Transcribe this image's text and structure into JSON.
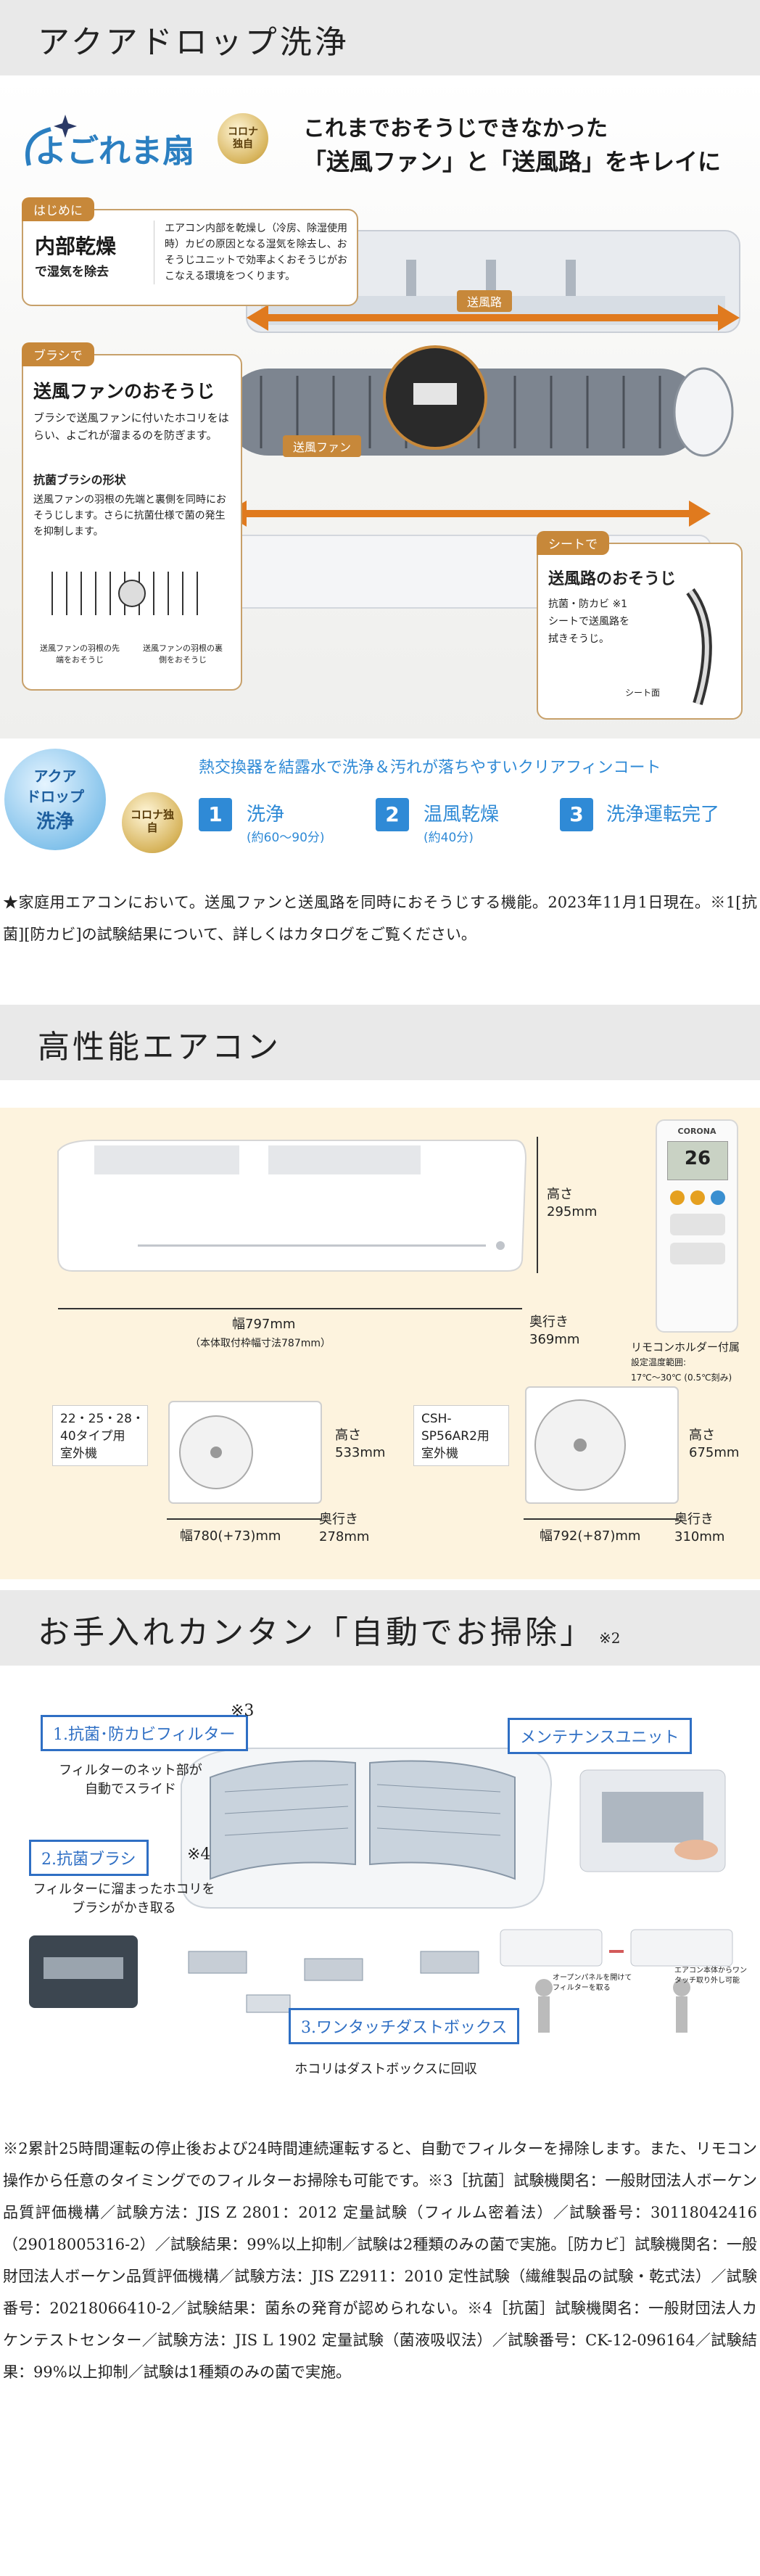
{
  "section1": {
    "heading": "アクアドロップ洗浄",
    "logo": "よごれま扇",
    "badge": "コロナ独自",
    "headline_line1": "これまでおそうじできなかった",
    "headline_line2": "「送風ファン」と「送風路」をキレイに",
    "card1": {
      "tag": "はじめに",
      "title": "内部乾燥",
      "subtitle": "で湿気を除去",
      "body": "エアコン内部を乾燥し（冷房、除湿使用時）カビの原因となる湿気を除去し、おそうじユニットで効率よくおそうじがおこなえる環境をつくります。"
    },
    "card2": {
      "tag": "ブラシで",
      "title": "送風ファンのおそうじ",
      "body": "ブラシで送風ファンに付いたホコリをはらい、よごれが溜まるのを防ぎます。",
      "sub_title": "抗菌ブラシの形状",
      "sub_body": "送風ファンの羽根の先端と裏側を同時におそうじします。さらに抗菌仕様で菌の発生を抑制します。",
      "cap_left": "送風ファンの羽根の先端をおそうじ",
      "cap_right": "送風ファンの羽根の裏側をおそうじ"
    },
    "card3": {
      "tag": "シートで",
      "title": "送風路のおそうじ",
      "body1": "抗菌・防カビ ※1",
      "body2": "シートで送風路を",
      "body3": "拭きそうじ。",
      "sheet": "シート面"
    },
    "labels": {
      "duct": "送風路",
      "fan": "送風ファン"
    },
    "bottom_logo_line1": "アクア",
    "bottom_logo_line2": "ドロップ",
    "bottom_logo_line3": "洗浄",
    "bottom_badge": "コロナ独自",
    "bottom_headline": "熱交換器を結露水で洗浄＆汚れが落ちやすいクリアフィンコート",
    "steps": [
      {
        "num": "1",
        "label": "洗浄",
        "sub": "(約60〜90分)"
      },
      {
        "num": "2",
        "label": "温風乾燥",
        "sub": "(約40分)"
      },
      {
        "num": "3",
        "label": "洗浄運転完了",
        "sub": ""
      }
    ],
    "note": "★家庭用エアコンにおいて。送風ファンと送風路を同時におそうじする機能。2023年11月1日現在。※1[抗菌][防カビ]の試験結果について、詳しくはカタログをご覧ください。"
  },
  "section2": {
    "heading": "高性能エアコン",
    "indoor": {
      "height": "高さ",
      "height_val": "295mm",
      "width": "幅797mm",
      "width_note": "（本体取付枠幅寸法787mm）",
      "depth": "奥行き",
      "depth_val": "369mm"
    },
    "remote": {
      "brand": "CORONA",
      "display": "26",
      "note1": "リモコンホルダー付属",
      "note2": "設定温度範囲:",
      "note3": "17℃〜30℃ (0.5℃刻み)"
    },
    "outdoor1": {
      "type_line1": "22・25・28・",
      "type_line2": "40タイプ用",
      "type_line3": "室外機",
      "height": "高さ",
      "height_val": "533mm",
      "width": "幅780(+73)mm",
      "depth": "奥行き",
      "depth_val": "278mm"
    },
    "outdoor2": {
      "type_line1": "CSH-",
      "type_line2": "SP56AR2用",
      "type_line3": "室外機",
      "height": "高さ",
      "height_val": "675mm",
      "width": "幅792(+87)mm",
      "depth": "奥行き",
      "depth_val": "310mm"
    }
  },
  "section3": {
    "heading": "お手入れカンタン「自動でお掃除」",
    "heading_note": "※2",
    "box1": "1.抗菌･防カビフィルター",
    "box1_note": "※3",
    "box1_cap1": "フィルターのネット部が",
    "box1_cap2": "自動でスライド",
    "box2": "2.抗菌ブラシ",
    "box2_note": "※4",
    "box2_cap1": "フィルターに溜まったホコリを",
    "box2_cap2": "ブラシがかき取る",
    "box3": "3.ワンタッチダストボックス",
    "box3_cap": "ホコリはダストボックスに回収",
    "box4": "メンテナンスユニット",
    "mini_cap1": "オープンパネルを開けてフィルターを取る",
    "mini_cap2": "エアコン本体からワンタッチ取り外し可能",
    "note": "※2累計25時間運転の停止後および24時間連続運転すると、自動でフィルターを掃除します。また、リモコン操作から任意のタイミングでのフィルターお掃除も可能です。※3［抗菌］試験機関名：一般財団法人ボーケン品質評価機構／試験方法：JIS Z 2801：2012 定量試験（フィルム密着法）／試験番号：30118042416（29018005316-2）／試験結果：99%以上抑制／試験は2種類のみの菌で実施。［防カビ］試験機関名：一般財団法人ボーケン品質評価機構／試験方法：JIS Z2911：2010 定性試験（繊維製品の試験・乾式法）／試験番号：20218066410-2／試験結果：菌糸の発育が認められない。※4［抗菌］試験機関名：一般財団法人カケンテストセンター／試験方法：JIS L 1902 定量試験（菌液吸収法）／試験番号：CK-12-096164／試験結果：99%以上抑制／試験は1種類のみの菌で実施。"
  }
}
